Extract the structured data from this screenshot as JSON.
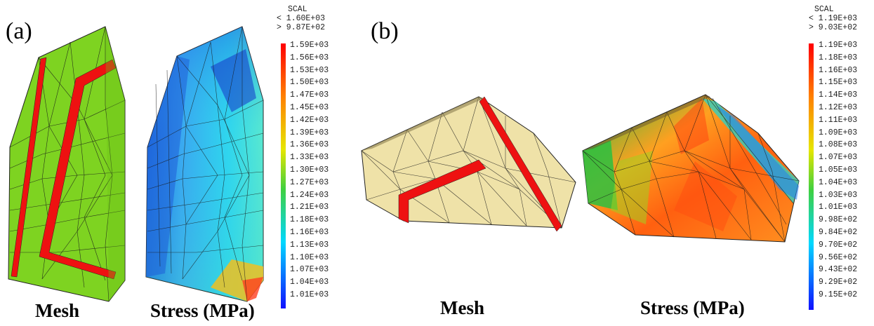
{
  "panels": [
    {
      "label": "(a)",
      "captions": [
        "Mesh",
        "Stress (MPa)"
      ],
      "legend": {
        "title": "SCAL",
        "range_lines": [
          "< 1.60E+03",
          "> 9.87E+02"
        ],
        "ticks": [
          "1.59E+03",
          "1.56E+03",
          "1.53E+03",
          "1.50E+03",
          "1.47E+03",
          "1.45E+03",
          "1.42E+03",
          "1.39E+03",
          "1.36E+03",
          "1.33E+03",
          "1.30E+03",
          "1.27E+03",
          "1.24E+03",
          "1.21E+03",
          "1.18E+03",
          "1.16E+03",
          "1.13E+03",
          "1.10E+03",
          "1.07E+03",
          "1.04E+03",
          "1.01E+03"
        ]
      }
    },
    {
      "label": "(b)",
      "captions": [
        "Mesh",
        "Stress (MPa)"
      ],
      "legend": {
        "title": "SCAL",
        "range_lines": [
          "< 1.19E+03",
          "> 9.03E+02"
        ],
        "ticks": [
          "1.19E+03",
          "1.18E+03",
          "1.16E+03",
          "1.15E+03",
          "1.14E+03",
          "1.12E+03",
          "1.11E+03",
          "1.09E+03",
          "1.08E+03",
          "1.07E+03",
          "1.05E+03",
          "1.04E+03",
          "1.03E+03",
          "1.01E+03",
          "9.98E+02",
          "9.84E+02",
          "9.70E+02",
          "9.56E+02",
          "9.43E+02",
          "9.29E+02",
          "9.15E+02"
        ]
      }
    }
  ],
  "colors": {
    "mesh_green": "#7ed321",
    "mesh_tan": "#efe2a8",
    "highlight_red": "#ee1111",
    "mesh_line": "#1a1a1a"
  }
}
